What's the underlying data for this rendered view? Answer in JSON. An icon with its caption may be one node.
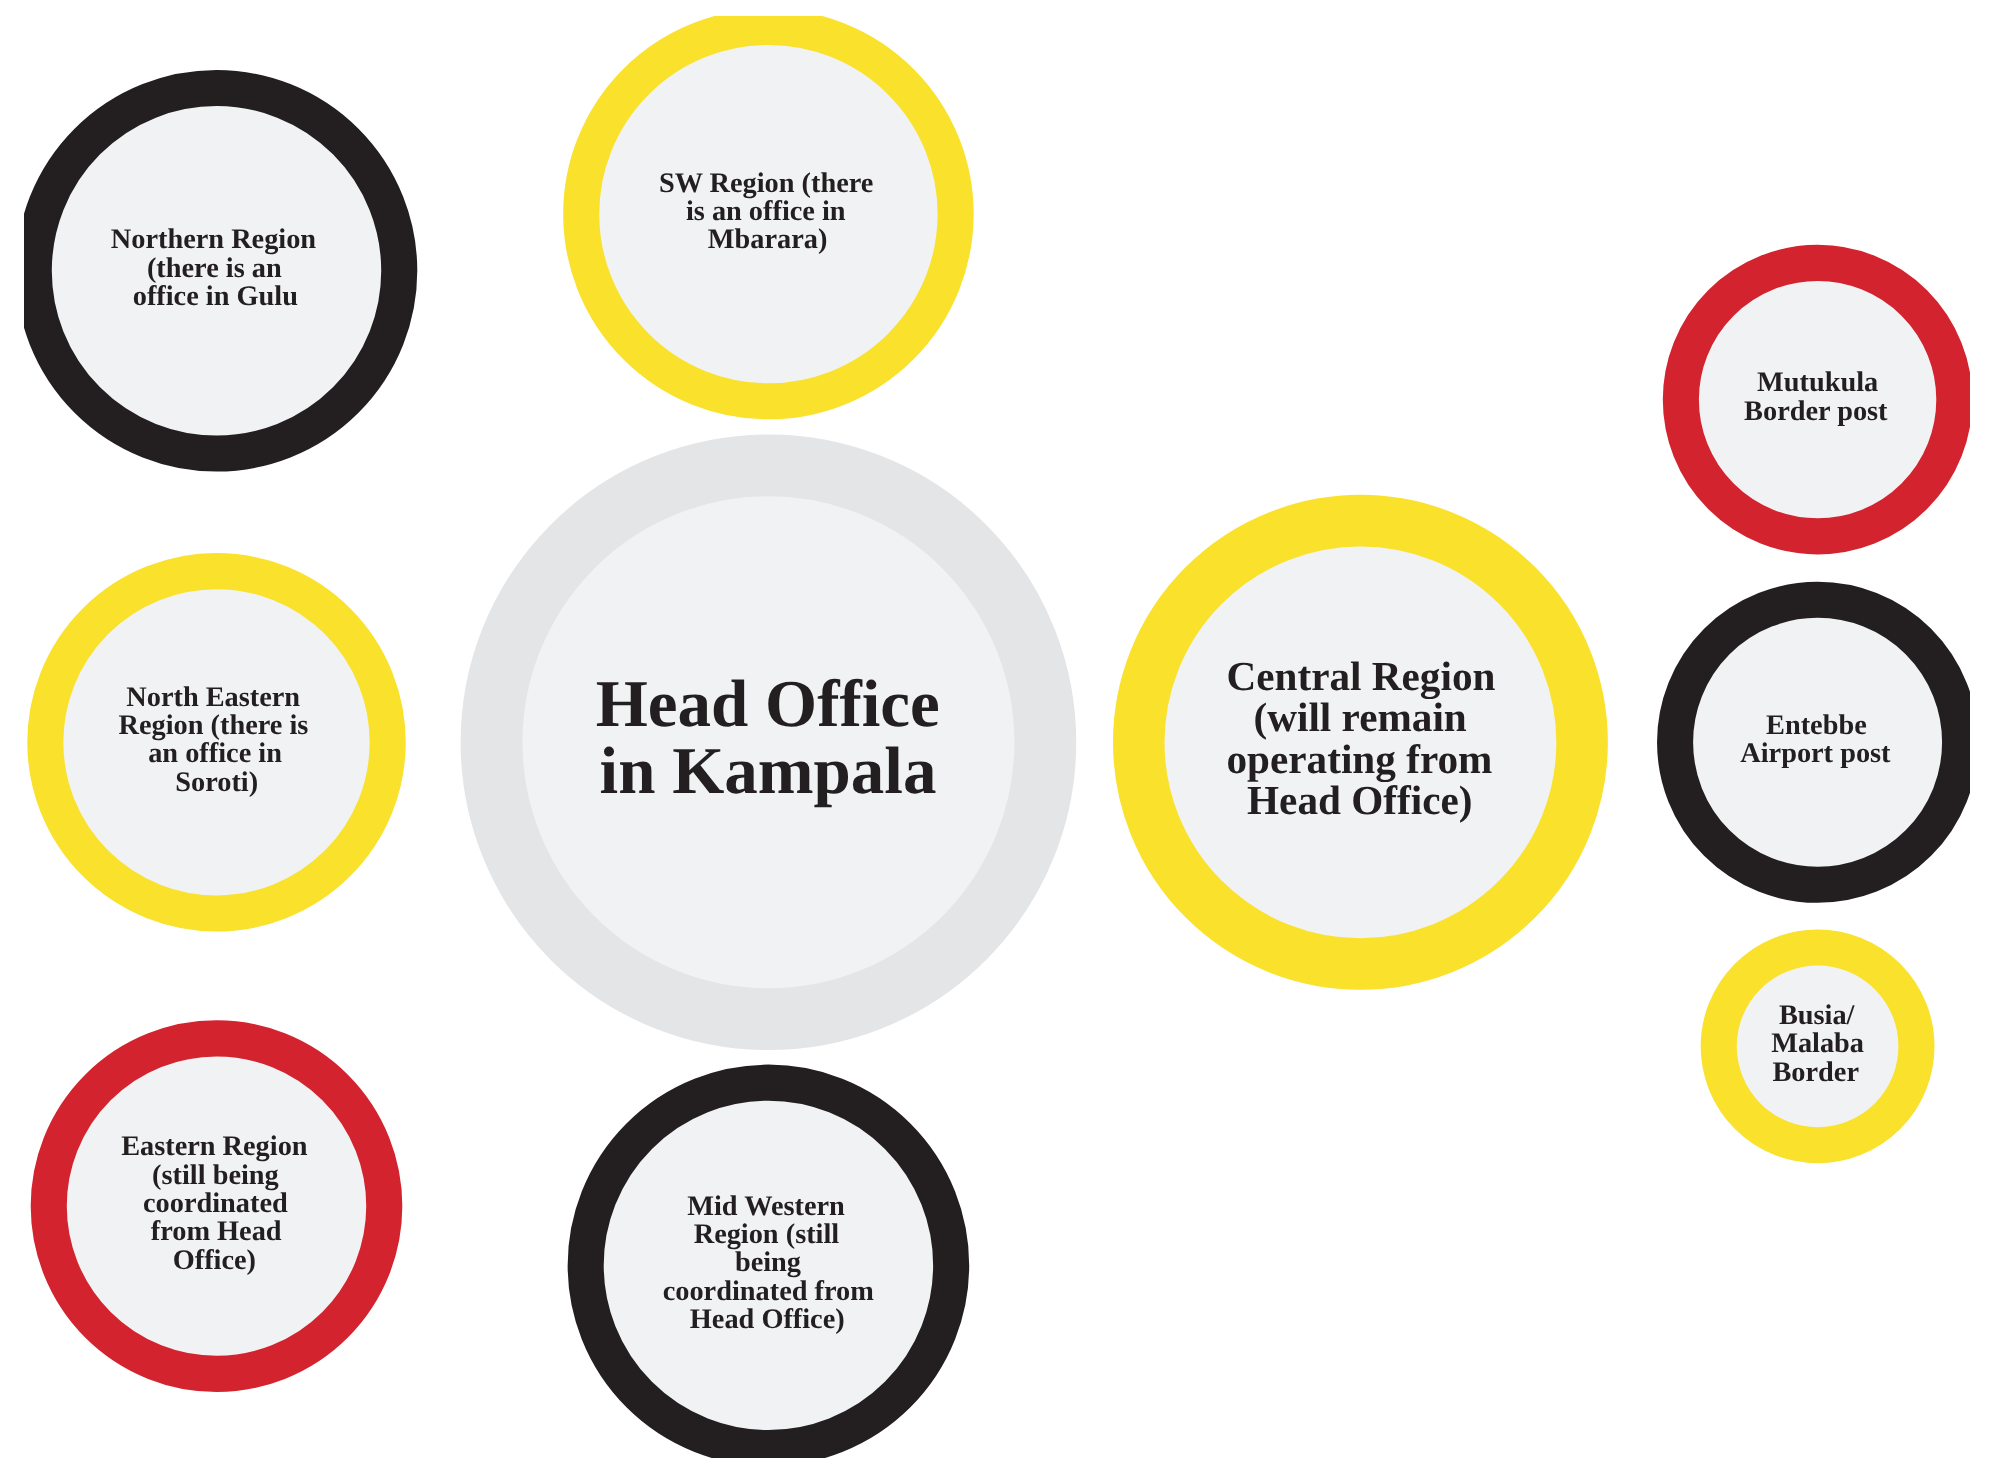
{
  "diagram": {
    "nodes": [
      {
        "text": [
          "SW Region (there is an office in Mbarara)"
        ]
      },
      {
        "text": [
          "Northern Region (there is an office in Gulu"
        ]
      },
      {
        "text": [
          "Head Office in Kampala"
        ]
      },
      {
        "text": [
          "North Eastern Region (there is an office in Soroti)"
        ]
      },
      {
        "text": [
          "Mutukula Border post"
        ]
      },
      {
        "text": [
          "Central Region (will remain operating from Head Office)"
        ]
      },
      {
        "text": [
          "Entebbe Airport post"
        ]
      },
      {
        "text": [
          "Eastern Region (still being coordinated from Head Office)"
        ]
      },
      {
        "text": [
          "Busia/ Malaba Border"
        ]
      },
      {
        "text": [
          "Mid Western Region (still being coordinated from Head Office)"
        ]
      }
    ]
  }
}
